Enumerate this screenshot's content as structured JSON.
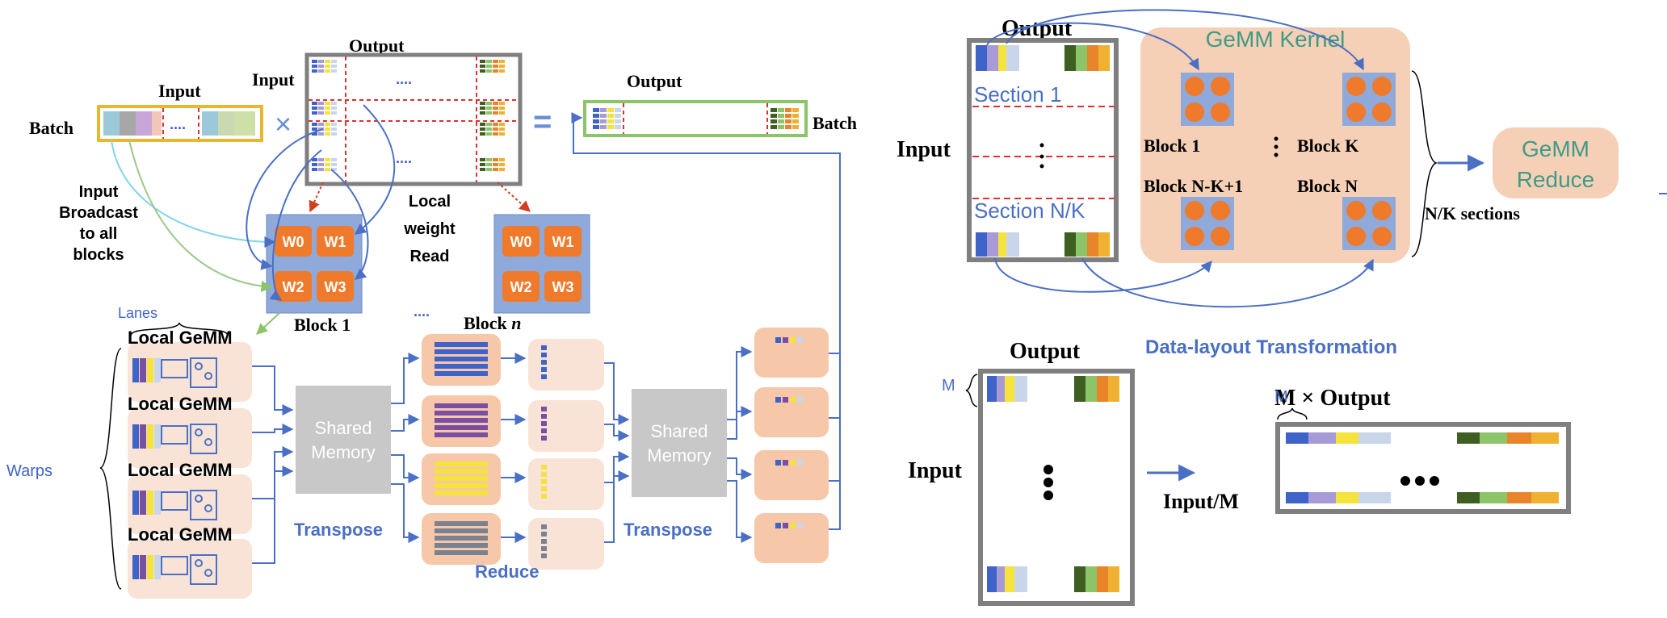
{
  "left": {
    "input_label": "Input",
    "batch_label": "Batch",
    "times_symbol": "×",
    "equals_symbol": "=",
    "weight_output_label": "Output",
    "weight_input_label": "Input",
    "output_label": "Output",
    "output_batch_label": "Batch",
    "input_broadcast": [
      "Input",
      "Broadcast",
      "to all",
      "blocks"
    ],
    "local_weight": [
      "Local",
      "weight",
      "Read"
    ],
    "warp_labels": [
      "W0",
      "W1",
      "W2",
      "W3"
    ],
    "block1_label": "Block 1",
    "blockn_label": "Block",
    "blockn_italic": "n",
    "lanes_label": "Lanes",
    "warps_label": "Warps",
    "local_gemm": [
      "Local GeMM",
      "Local GeMM",
      "Local GeMM",
      "Local GeMM"
    ],
    "shared_memory_1": [
      "Shared",
      "Memory"
    ],
    "shared_memory_2": [
      "Shared",
      "Memory"
    ],
    "transpose_1": "Transpose",
    "transpose_2": "Transpose",
    "reduce_label": "Reduce",
    "ellipsis_dots": "....",
    "ellipsis_between_blocks": "...."
  },
  "right_top": {
    "output_label": "Output",
    "input_label": "Input",
    "section_1": "Section 1",
    "section_nk": "Section N/K",
    "kernel_title": "GeMM Kernel",
    "block_1": "Block 1",
    "block_k": "Block K",
    "block_nk1": "Block N-K+1",
    "block_n": "Block N",
    "nk_sections": "N/K sections",
    "reduce_box": [
      "GeMM",
      "Reduce"
    ]
  },
  "right_bottom": {
    "title": "Data-layout Transformation",
    "output_label": "Output",
    "input_label": "Input",
    "m_label": "M",
    "input_m_label": "Input/M",
    "m_small": "M",
    "m_output_label": "M × Output"
  },
  "colors": {
    "blue_line": "#4a6fc4",
    "peach": "#f6d0b6",
    "light_peach": "#f8e3d6",
    "block_blue": "#8fa9db",
    "warp_orange": "#ef7a2b",
    "gray_box": "#c8c8c8",
    "red_dash": "#e03030",
    "bar_blue": "#3f63c8",
    "bar_purple": "#7a4ea3",
    "bar_yellow": "#f5e23a",
    "bar_gray": "#7a8190",
    "green_text": "#3d9b87"
  }
}
